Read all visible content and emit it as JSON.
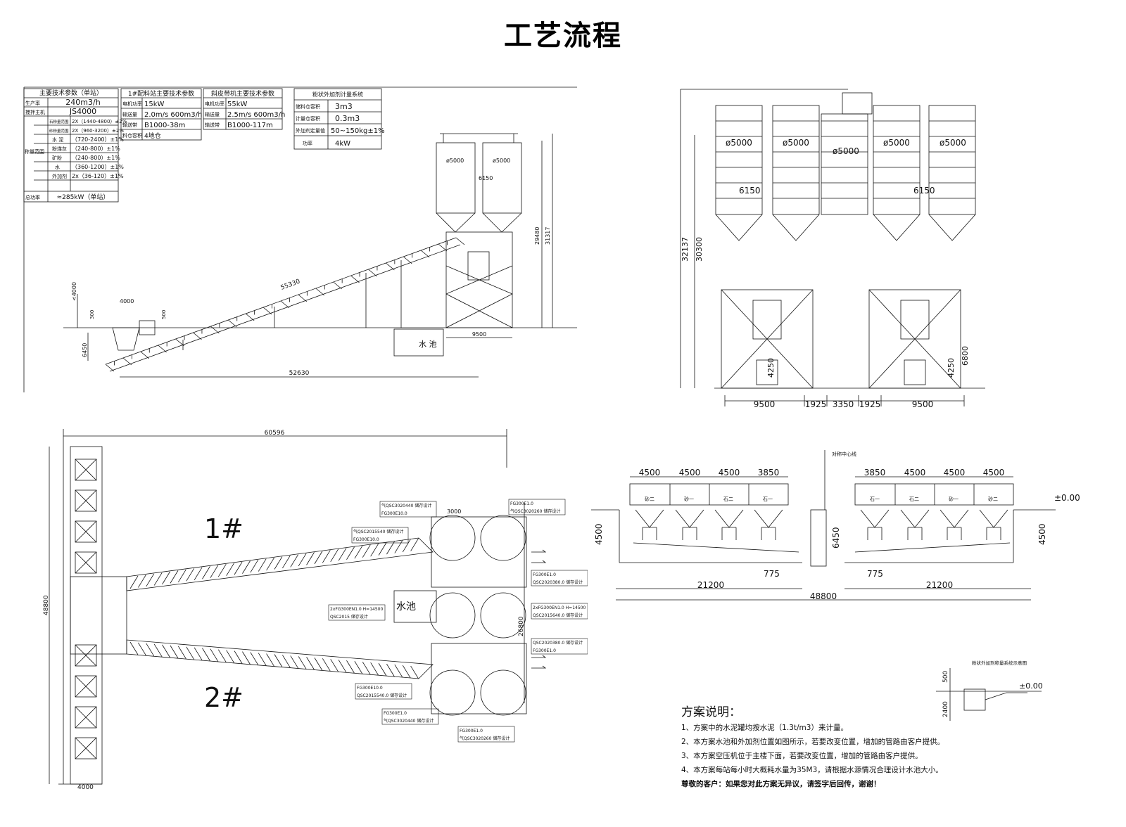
{
  "title": "工艺流程",
  "tables": {
    "main_params": {
      "header": "主要技术参数（单站）",
      "rows": [
        [
          "生产率",
          "240m3/h"
        ],
        [
          "搅拌主机",
          "JS4000"
        ],
        [
          "石粉量范围",
          "2X（1440-4800）±2%"
        ],
        [
          "砂粉量范围",
          "2X（960-3200）±2%"
        ],
        [
          "水 泥",
          "（720-2400）±1%"
        ],
        [
          "粉煤灰",
          "（240-800）±1%"
        ],
        [
          "矿粉",
          "（240-800）±1%"
        ],
        [
          "水",
          "（360-1200）±1%"
        ],
        [
          "外加剂",
          "2x（36-120）±1%"
        ],
        [
          "总功率",
          "≈285kW（单站）"
        ]
      ],
      "group_label": "称量范围"
    },
    "batching": {
      "header": "1#配料站主要技术参数",
      "rows": [
        [
          "电机功率",
          "15kW"
        ],
        [
          "输送量",
          "2.0m/s 600m3/h"
        ],
        [
          "输送带",
          "B1000-38m"
        ],
        [
          "料仓容积",
          "4地仓"
        ]
      ]
    },
    "belt": {
      "header": "斜皮带机主要技术参数",
      "rows": [
        [
          "电机功率",
          "55kW"
        ],
        [
          "输送量",
          "2.5m/s 600m3/h"
        ],
        [
          "输送带",
          "B1000-117m"
        ]
      ]
    },
    "additive": {
      "header": "粉状外加剂计量系统",
      "rows": [
        [
          "储料仓容积",
          "3m3"
        ],
        [
          "计量仓容积",
          "0.3m3"
        ],
        [
          "外加剂定量值",
          "50~150kg±1%"
        ],
        [
          "功率",
          "4kW"
        ]
      ]
    }
  },
  "side_view": {
    "dims": [
      "55330",
      "52630",
      "<4000",
      "4000",
      "300",
      "500",
      "6450",
      "9500",
      "29480",
      "31317",
      "ø5000",
      "ø5000",
      "6150"
    ],
    "water_tank": "水 池"
  },
  "front_view": {
    "silo_labels": [
      "ø5000",
      "ø5000",
      "ø5000",
      "ø5000",
      "ø5000"
    ],
    "spacing": [
      "6150",
      "6150"
    ],
    "heights": [
      "32137",
      "30300",
      "4250",
      "4250",
      "6800"
    ],
    "bottom_dims": [
      "9500",
      "1925",
      "3350",
      "1925",
      "9500"
    ]
  },
  "plan_view": {
    "dims": [
      "60596",
      "48800",
      "26800",
      "4000",
      "3000"
    ],
    "station_labels": [
      "1#",
      "2#"
    ],
    "water_tank": "水池",
    "callouts": [
      "气QSC3020440 储存设计",
      "FG300E10.0",
      "气QSC2015540 储存设计",
      "FG300E10.0",
      "FG300E1.0",
      "气QSC3020260 储存设计",
      "FG300E1.0",
      "QSC2020380.0 储存设计",
      "2xFG300EN1.0  H=14500",
      "QSC2015 储存设计",
      "2xFG300EN1.0 H=14500",
      "QSC2015640.0 储存设计",
      "QSC2020380.0 储存设计",
      "FG300E1.0",
      "FG300E10.0",
      "QSC2015540.0 储存设计",
      "FG300E1.0",
      "气QSC3020440 储存设计",
      "FG300E1.0",
      "气QSC3020260 储存设计"
    ]
  },
  "aggregate_view": {
    "top_dims_left": [
      "4500",
      "4500",
      "4500",
      "3850"
    ],
    "top_dims_right": [
      "3850",
      "4500",
      "4500",
      "4500"
    ],
    "left_bins": [
      "砂二",
      "砂一",
      "石二",
      "石一"
    ],
    "right_bins": [
      "石一",
      "石二",
      "砂一",
      "砂二"
    ],
    "dims": [
      "4500",
      "6450",
      "4500",
      "775",
      "775",
      "21200",
      "21200",
      "48800"
    ],
    "level": "±0.00",
    "center_label": "对称中心线"
  },
  "additive_diagram": {
    "title": "粉状外加剂称量系统示意图",
    "dims": [
      "500",
      "2400"
    ],
    "level": "±0.00"
  },
  "notes": {
    "title": "方案说明：",
    "items": [
      "1、方案中的水泥罐均按水泥（1.3t/m3）来计量。",
      "2、本方案水池和外加剂位置如图所示，若要改变位置，增加的管路由客户提供。",
      "3、本方案空压机位于主楼下面，若要改变位置，增加的管路由客户提供。",
      "4、本方案每站每小时大概耗水量为35M3，请根据水源情况合理设计水池大小。",
      "尊敬的客户：如果您对此方案无异议，请签字后回传，谢谢！"
    ]
  }
}
